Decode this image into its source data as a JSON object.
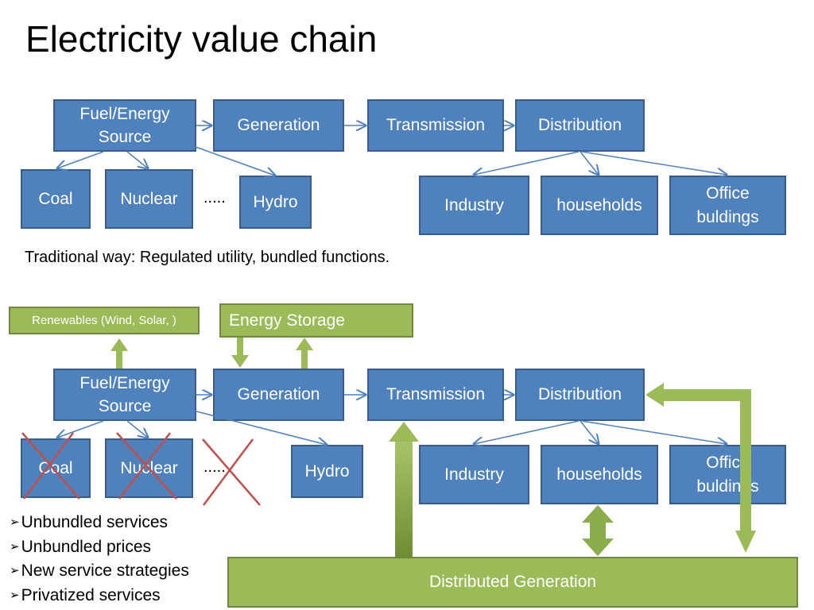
{
  "title": "Electricity value chain",
  "top": {
    "chain": [
      "Fuel/Energy\nSource",
      "Generation",
      "Transmission",
      "Distribution"
    ],
    "sources": [
      "Coal",
      "Nuclear",
      "Hydro"
    ],
    "ellipsis": ".....",
    "consumers": [
      "Industry",
      "households",
      "Office\nbuldings"
    ]
  },
  "caption": "Traditional way: Regulated utility, bundled functions.",
  "bottom": {
    "renewables": "Renewables (Wind, Solar, )",
    "storage": "Energy Storage",
    "chain": [
      "Fuel/Energy\nSource",
      "Generation",
      "Transmission",
      "Distribution"
    ],
    "sources": [
      "Coal",
      "Nuclear",
      "Hydro"
    ],
    "ellipsis": ".....",
    "consumers": [
      "Industry",
      "households",
      "Office\nbuldings"
    ],
    "distributed": "Distributed Generation"
  },
  "bullets": [
    "Unbundled services",
    "Unbundled prices",
    "New service strategies",
    "Privatized services"
  ],
  "colors": {
    "box": "#4f81bd",
    "green": "#9bbb59",
    "cross": "#c0504d"
  }
}
